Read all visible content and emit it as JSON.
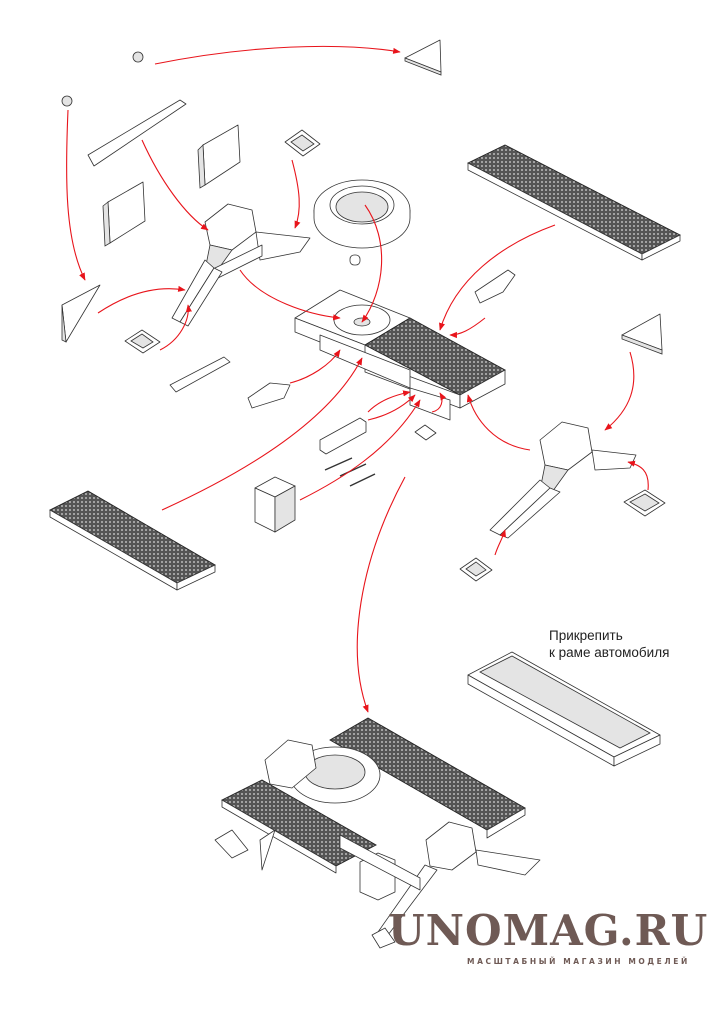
{
  "note": {
    "line1": "Прикрепить",
    "line2": "к раме автомобиля"
  },
  "logo": {
    "name": "UNOMAG.RU",
    "tagline": "МАСШТАБНЫЙ МАГАЗИН МОДЕЛЕЙ"
  },
  "colors": {
    "arrow": "#e8141b",
    "logo": "#6f5a55",
    "line": "#333333"
  }
}
